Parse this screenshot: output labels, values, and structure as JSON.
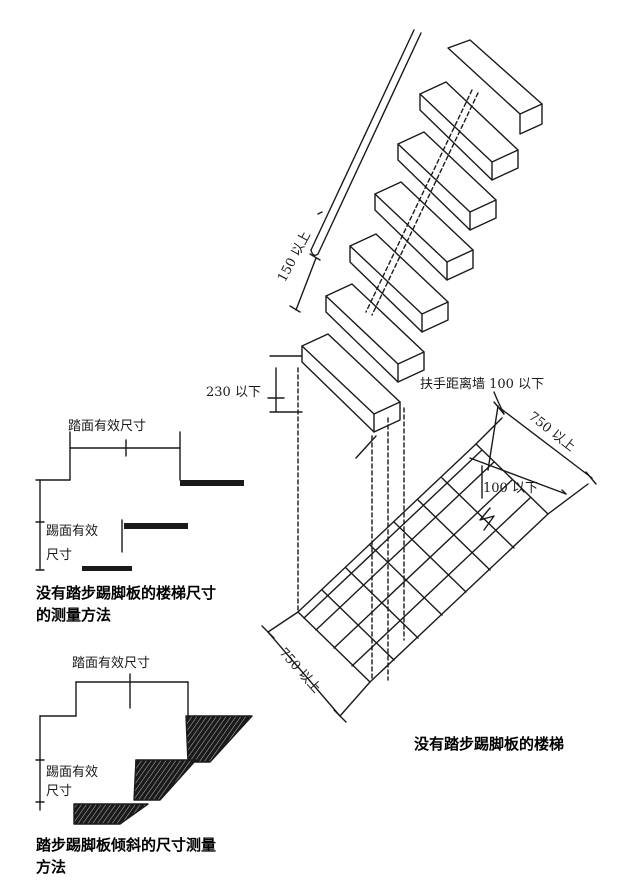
{
  "stair_diagram": {
    "labels": {
      "tread_offset": "150 以上",
      "riser_height": "230 以下",
      "handrail_wall_distance": "扶手距离墙 100 以下",
      "clear_width_top": "750 以上",
      "handrail_gap": "100 以下",
      "clear_width_bottom": "750 以上"
    },
    "caption": "没有踏步踢脚板的楼梯"
  },
  "detail_no_riser": {
    "tread_label": "踏面有效尺寸",
    "riser_label_line1": "踢面有效",
    "riser_label_line2": "尺寸",
    "caption_line1": "没有踏步踢脚板的楼梯尺寸",
    "caption_line2": "的测量方法"
  },
  "detail_sloped_riser": {
    "tread_label": "踏面有效尺寸",
    "riser_label_line1": "踢面有效",
    "riser_label_line2": "尺寸",
    "caption_line1": "踏步踢脚板倾斜的尺寸测量",
    "caption_line2": "方法"
  },
  "colors": {
    "ink": "#1a1a1a",
    "background": "#ffffff"
  }
}
